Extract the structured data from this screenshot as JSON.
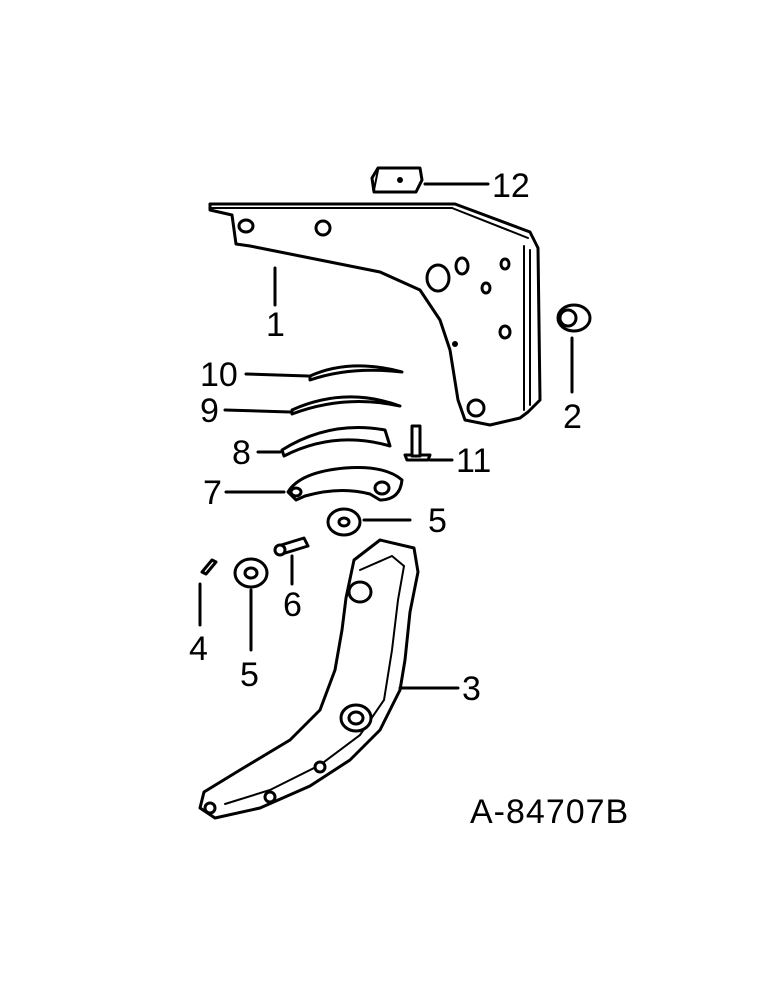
{
  "drawing_number": "A-84707B",
  "callouts": [
    {
      "id": "c1",
      "label": "1"
    },
    {
      "id": "c2",
      "label": "2"
    },
    {
      "id": "c3",
      "label": "3"
    },
    {
      "id": "c4",
      "label": "4"
    },
    {
      "id": "c5a",
      "label": "5"
    },
    {
      "id": "c5b",
      "label": "5"
    },
    {
      "id": "c6",
      "label": "6"
    },
    {
      "id": "c7",
      "label": "7"
    },
    {
      "id": "c8",
      "label": "8"
    },
    {
      "id": "c9",
      "label": "9"
    },
    {
      "id": "c10",
      "label": "10"
    },
    {
      "id": "c11",
      "label": "11"
    },
    {
      "id": "c12",
      "label": "12"
    }
  ]
}
